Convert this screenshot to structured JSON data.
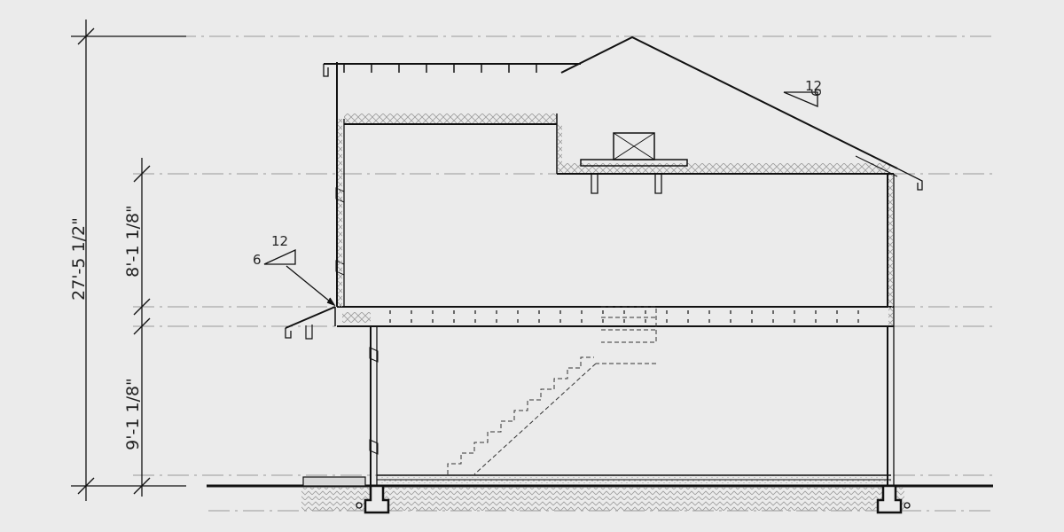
{
  "dimensions": {
    "total_height": "27'-5 1/2\"",
    "upper_floor": "8'-1 1/8\"",
    "lower_floor": "9'-1 1/8\""
  },
  "roof_pitch": {
    "rise": "6",
    "run": "12"
  },
  "porch_pitch": {
    "rise": "6",
    "run": "12"
  },
  "colors": {
    "background": "#ebebeb",
    "line": "#111111",
    "guide": "#9a9a9a",
    "insulation": "#a0a0a0"
  }
}
